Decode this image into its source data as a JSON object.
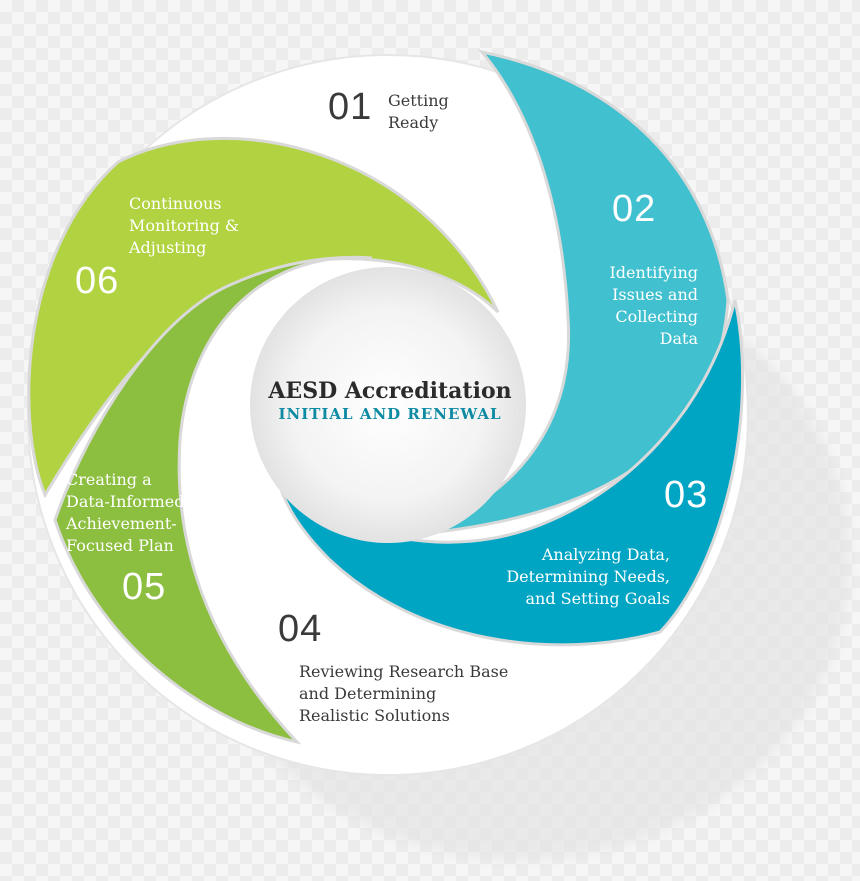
{
  "center": {
    "title": "AESD Accreditation",
    "subtitle": "INITIAL AND RENEWAL"
  },
  "colors": {
    "step1": "#ffffff",
    "step2": "#41c0cf",
    "step3": "#00a5c4",
    "step4": "#ffffff",
    "step5": "#8cbe3f",
    "step6": "#b1d341",
    "shadow": "#d9d9d9",
    "accent_text": "#0e8aa3"
  },
  "steps": [
    {
      "number": "01",
      "lines": [
        "Getting",
        "Ready"
      ]
    },
    {
      "number": "02",
      "lines": [
        "Identifying",
        "Issues and",
        "Collecting",
        "Data"
      ]
    },
    {
      "number": "03",
      "lines": [
        "Analyzing Data,",
        "Determining Needs,",
        "and Setting Goals"
      ]
    },
    {
      "number": "04",
      "lines": [
        "Reviewing Research Base",
        "and Determining",
        "Realistic Solutions"
      ]
    },
    {
      "number": "05",
      "lines": [
        "Creating a",
        "Data-Informed,",
        "Achievement-",
        "Focused Plan"
      ]
    },
    {
      "number": "06",
      "lines": [
        "Continuous",
        "Monitoring &",
        "Adjusting"
      ]
    }
  ]
}
